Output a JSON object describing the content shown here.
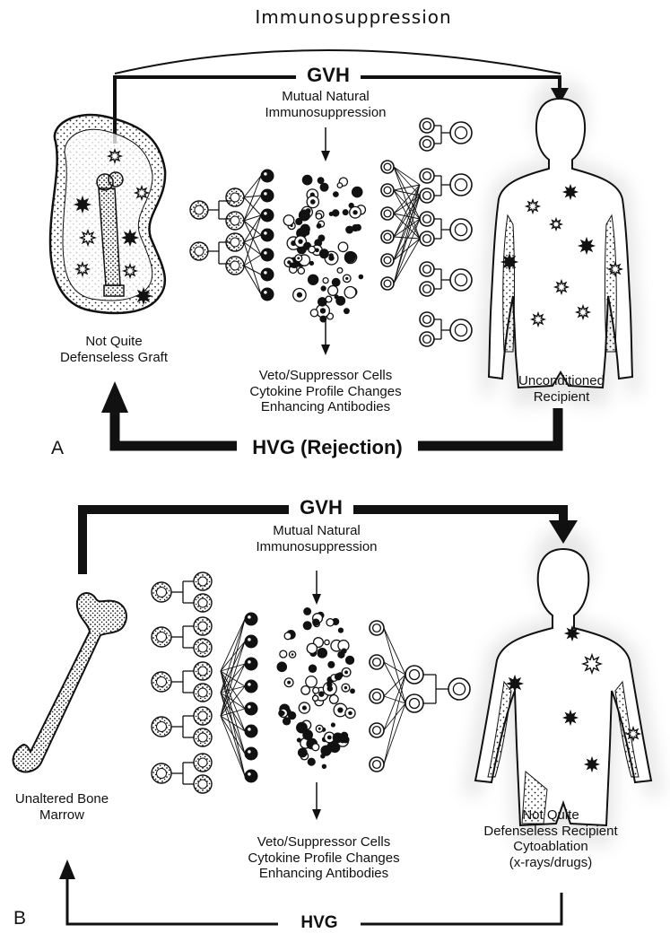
{
  "panel_a": {
    "letter": "A",
    "arc_label": "Immunosuppression",
    "gvh_label": "GVH",
    "hvg_label": "HVG (Rejection)",
    "center_top": [
      "Mutual Natural",
      "Immunosuppression"
    ],
    "center_bottom": [
      "Veto/Suppressor Cells",
      "Cytokine Profile Changes",
      "Enhancing Antibodies"
    ],
    "left_caption": [
      "Not Quite",
      "Defenseless Graft"
    ],
    "right_caption": [
      "Unconditioned",
      "Recipient"
    ]
  },
  "panel_b": {
    "letter": "B",
    "gvh_label": "GVH",
    "hvg_label": "HVG",
    "center_top": [
      "Mutual Natural",
      "Immunosuppression"
    ],
    "center_bottom": [
      "Veto/Suppressor Cells",
      "Cytokine Profile Changes",
      "Enhancing Antibodies"
    ],
    "left_caption": [
      "Unaltered Bone",
      "Marrow"
    ],
    "right_caption": [
      "Not Quite",
      "Defenseless Recipient",
      "Cytoablation",
      "(x-rays/drugs)"
    ]
  },
  "colors": {
    "ink": "#111111",
    "background": "#ffffff"
  }
}
